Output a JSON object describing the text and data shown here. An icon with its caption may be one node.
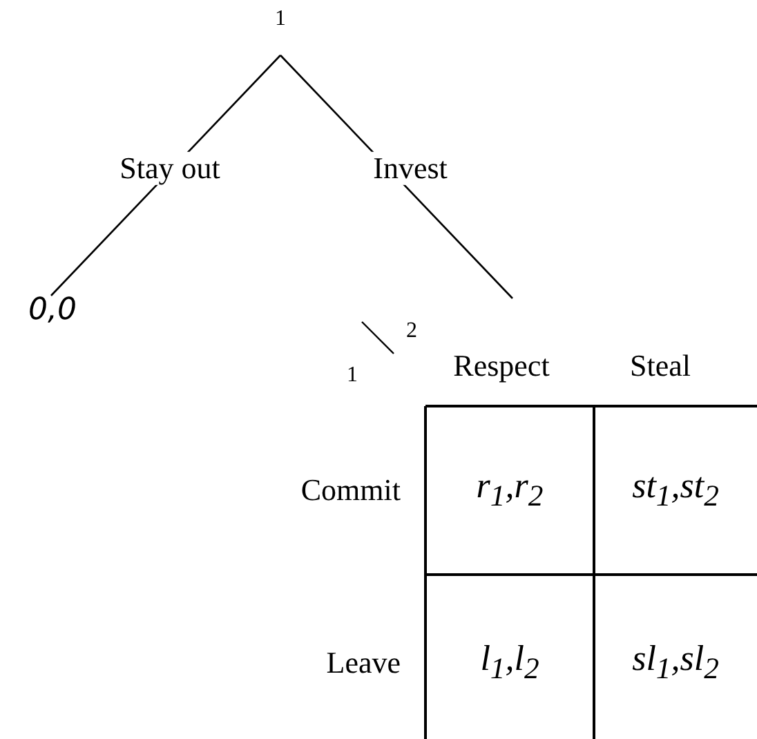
{
  "diagram": {
    "nodes": [
      {
        "text": [
          "1"
        ]
      },
      {
        "text": [
          "0,0"
        ]
      }
    ],
    "edges": [
      {
        "from": 0,
        "to": 1,
        "arrow": "none",
        "label": "Stay out"
      },
      {
        "from": 0,
        "to": null,
        "arrow": "none",
        "label": "Invest"
      }
    ],
    "labels": [
      "2",
      "1",
      "Respect",
      "Steal",
      "Commit",
      "r$_{1}$,r$_{2}$",
      "st$_{1}$,st$_{2}$",
      "Leave",
      "l$_{1}$,l$_{2}$",
      "sl$_{1}$,sl$_{2}$"
    ]
  }
}
